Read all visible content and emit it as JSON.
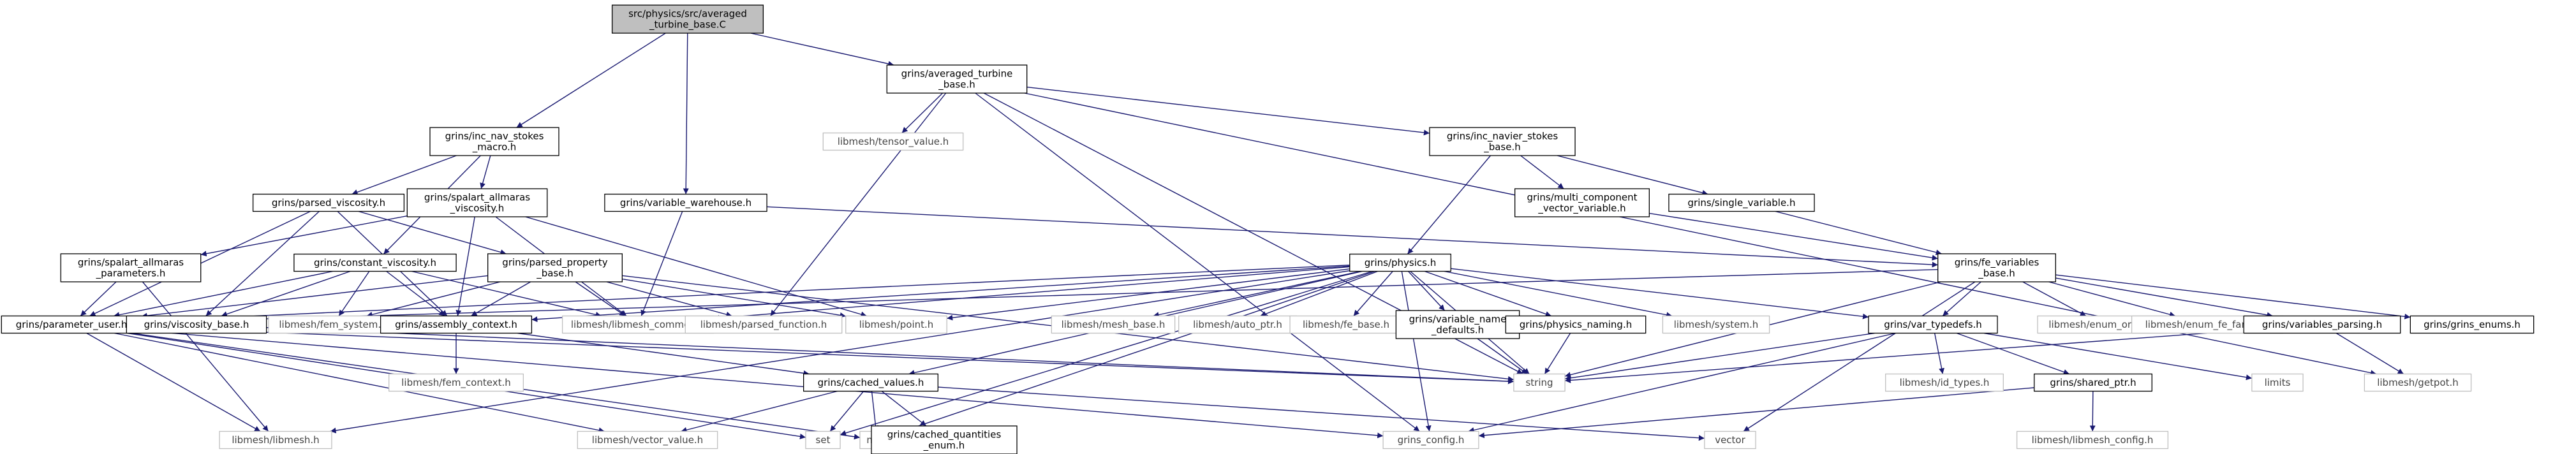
{
  "colors": {
    "edge": "#191970",
    "root_fill": "#bfbfbf",
    "box_stroke": "#000000",
    "ext_stroke": "#bfbfbf"
  },
  "nodes": [
    {
      "id": "root",
      "lines": [
        "src/physics/src/averaged",
        "_turbine_base.C"
      ],
      "kind": "root"
    },
    {
      "id": "avg",
      "lines": [
        "grins/averaged_turbine",
        "_base.h"
      ],
      "kind": "box"
    },
    {
      "id": "incmacro",
      "lines": [
        "grins/inc_nav_stokes",
        "_macro.h"
      ],
      "kind": "box"
    },
    {
      "id": "varwh",
      "lines": [
        "grins/variable_warehouse.h"
      ],
      "kind": "box"
    },
    {
      "id": "tensor",
      "lines": [
        "libmesh/tensor_value.h"
      ],
      "kind": "ext"
    },
    {
      "id": "incbase",
      "lines": [
        "grins/inc_navier_stokes",
        "_base.h"
      ],
      "kind": "box"
    },
    {
      "id": "parvisc",
      "lines": [
        "grins/parsed_viscosity.h"
      ],
      "kind": "box"
    },
    {
      "id": "spalart",
      "lines": [
        "grins/spalart_allmaras",
        "_viscosity.h"
      ],
      "kind": "box"
    },
    {
      "id": "multicomp",
      "lines": [
        "grins/multi_component",
        "_vector_variable.h"
      ],
      "kind": "box"
    },
    {
      "id": "singlevar",
      "lines": [
        "grins/single_variable.h"
      ],
      "kind": "box"
    },
    {
      "id": "spalartp",
      "lines": [
        "grins/spalart_allmaras",
        "_parameters.h"
      ],
      "kind": "box"
    },
    {
      "id": "constvisc",
      "lines": [
        "grins/constant_viscosity.h"
      ],
      "kind": "box"
    },
    {
      "id": "parprop",
      "lines": [
        "grins/parsed_property",
        "_base.h"
      ],
      "kind": "box"
    },
    {
      "id": "physics",
      "lines": [
        "grins/physics.h"
      ],
      "kind": "box"
    },
    {
      "id": "fevars",
      "lines": [
        "grins/fe_variables",
        "_base.h"
      ],
      "kind": "box"
    },
    {
      "id": "paramuser",
      "lines": [
        "grins/parameter_user.h"
      ],
      "kind": "box"
    },
    {
      "id": "viscbase",
      "lines": [
        "grins/viscosity_base.h"
      ],
      "kind": "box"
    },
    {
      "id": "femsys",
      "lines": [
        "libmesh/fem_system.h"
      ],
      "kind": "ext"
    },
    {
      "id": "asmctx",
      "lines": [
        "grins/assembly_context.h"
      ],
      "kind": "box"
    },
    {
      "id": "lmcommon",
      "lines": [
        "libmesh/libmesh_common.h"
      ],
      "kind": "ext"
    },
    {
      "id": "parfunc",
      "lines": [
        "libmesh/parsed_function.h"
      ],
      "kind": "ext"
    },
    {
      "id": "point",
      "lines": [
        "libmesh/point.h"
      ],
      "kind": "ext"
    },
    {
      "id": "meshbase",
      "lines": [
        "libmesh/mesh_base.h"
      ],
      "kind": "ext"
    },
    {
      "id": "autoptr",
      "lines": [
        "libmesh/auto_ptr.h"
      ],
      "kind": "ext"
    },
    {
      "id": "febase",
      "lines": [
        "libmesh/fe_base.h"
      ],
      "kind": "ext"
    },
    {
      "id": "varname",
      "lines": [
        "grins/variable_name",
        "_defaults.h"
      ],
      "kind": "box"
    },
    {
      "id": "physnaming",
      "lines": [
        "grins/physics_naming.h"
      ],
      "kind": "box"
    },
    {
      "id": "lmsystem",
      "lines": [
        "libmesh/system.h"
      ],
      "kind": "ext"
    },
    {
      "id": "vartypedefs",
      "lines": [
        "grins/var_typedefs.h"
      ],
      "kind": "box"
    },
    {
      "id": "enumorder",
      "lines": [
        "libmesh/enum_order.h"
      ],
      "kind": "ext"
    },
    {
      "id": "enumfefam",
      "lines": [
        "libmesh/enum_fe_family.h"
      ],
      "kind": "ext"
    },
    {
      "id": "varparsing",
      "lines": [
        "grins/variables_parsing.h"
      ],
      "kind": "box"
    },
    {
      "id": "grinsenums",
      "lines": [
        "grins/grins_enums.h"
      ],
      "kind": "box"
    },
    {
      "id": "femctx",
      "lines": [
        "libmesh/fem_context.h"
      ],
      "kind": "ext"
    },
    {
      "id": "cachedvals",
      "lines": [
        "grins/cached_values.h"
      ],
      "kind": "box"
    },
    {
      "id": "string",
      "lines": [
        "string"
      ],
      "kind": "ext"
    },
    {
      "id": "idtypes",
      "lines": [
        "libmesh/id_types.h"
      ],
      "kind": "ext"
    },
    {
      "id": "sharedptr",
      "lines": [
        "grins/shared_ptr.h"
      ],
      "kind": "box"
    },
    {
      "id": "limits",
      "lines": [
        "limits"
      ],
      "kind": "ext"
    },
    {
      "id": "getpot",
      "lines": [
        "libmesh/getpot.h"
      ],
      "kind": "ext"
    },
    {
      "id": "lmlibmesh",
      "lines": [
        "libmesh/libmesh.h"
      ],
      "kind": "ext"
    },
    {
      "id": "vecvalue",
      "lines": [
        "libmesh/vector_value.h"
      ],
      "kind": "ext"
    },
    {
      "id": "set",
      "lines": [
        "set"
      ],
      "kind": "ext"
    },
    {
      "id": "map",
      "lines": [
        "map"
      ],
      "kind": "ext"
    },
    {
      "id": "cachedqty",
      "lines": [
        "grins/cached_quantities",
        "_enum.h"
      ],
      "kind": "box"
    },
    {
      "id": "grinsconfig",
      "lines": [
        "grins_config.h"
      ],
      "kind": "ext"
    },
    {
      "id": "vector",
      "lines": [
        "vector"
      ],
      "kind": "ext"
    },
    {
      "id": "lmconfig",
      "lines": [
        "libmesh/libmesh_config.h"
      ],
      "kind": "ext"
    }
  ],
  "edges": [
    [
      "root",
      "incmacro"
    ],
    [
      "root",
      "varwh"
    ],
    [
      "root",
      "avg"
    ],
    [
      "avg",
      "tensor"
    ],
    [
      "avg",
      "parfunc"
    ],
    [
      "avg",
      "incbase"
    ],
    [
      "avg",
      "string"
    ],
    [
      "avg",
      "grinsconfig"
    ],
    [
      "avg",
      "getpot"
    ],
    [
      "incmacro",
      "parvisc"
    ],
    [
      "incmacro",
      "spalart"
    ],
    [
      "incmacro",
      "constvisc"
    ],
    [
      "varwh",
      "lmcommon"
    ],
    [
      "varwh",
      "fevars"
    ],
    [
      "incbase",
      "physics"
    ],
    [
      "incbase",
      "multicomp"
    ],
    [
      "incbase",
      "singlevar"
    ],
    [
      "multicomp",
      "fevars"
    ],
    [
      "singlevar",
      "fevars"
    ],
    [
      "parvisc",
      "parprop"
    ],
    [
      "parvisc",
      "viscbase"
    ],
    [
      "parvisc",
      "paramuser"
    ],
    [
      "parvisc",
      "asmctx"
    ],
    [
      "spalart",
      "spalartp"
    ],
    [
      "spalart",
      "asmctx"
    ],
    [
      "spalart",
      "lmcommon"
    ],
    [
      "spalart",
      "point"
    ],
    [
      "spalartp",
      "paramuser"
    ],
    [
      "spalartp",
      "lmlibmesh"
    ],
    [
      "constvisc",
      "paramuser"
    ],
    [
      "constvisc",
      "viscbase"
    ],
    [
      "constvisc",
      "femsys"
    ],
    [
      "constvisc",
      "asmctx"
    ],
    [
      "constvisc",
      "lmcommon"
    ],
    [
      "parprop",
      "paramuser"
    ],
    [
      "parprop",
      "femsys"
    ],
    [
      "parprop",
      "asmctx"
    ],
    [
      "parprop",
      "lmcommon"
    ],
    [
      "parprop",
      "parfunc"
    ],
    [
      "parprop",
      "point"
    ],
    [
      "parprop",
      "string"
    ],
    [
      "physics",
      "paramuser"
    ],
    [
      "physics",
      "asmctx"
    ],
    [
      "physics",
      "lmcommon"
    ],
    [
      "physics",
      "point"
    ],
    [
      "physics",
      "meshbase"
    ],
    [
      "physics",
      "autoptr"
    ],
    [
      "physics",
      "febase"
    ],
    [
      "physics",
      "varname"
    ],
    [
      "physics",
      "physnaming"
    ],
    [
      "physics",
      "lmsystem"
    ],
    [
      "physics",
      "vartypedefs"
    ],
    [
      "physics",
      "cachedvals"
    ],
    [
      "physics",
      "string"
    ],
    [
      "physics",
      "map"
    ],
    [
      "physics",
      "set"
    ],
    [
      "physics",
      "lmlibmesh"
    ],
    [
      "physics",
      "grinsconfig"
    ],
    [
      "fevars",
      "paramuser"
    ],
    [
      "fevars",
      "vartypedefs"
    ],
    [
      "fevars",
      "enumorder"
    ],
    [
      "fevars",
      "enumfefam"
    ],
    [
      "fevars",
      "varparsing"
    ],
    [
      "fevars",
      "grinsenums"
    ],
    [
      "fevars",
      "string"
    ],
    [
      "fevars",
      "vector"
    ],
    [
      "varname",
      "string"
    ],
    [
      "physnaming",
      "string"
    ],
    [
      "vartypedefs",
      "string"
    ],
    [
      "vartypedefs",
      "idtypes"
    ],
    [
      "vartypedefs",
      "sharedptr"
    ],
    [
      "vartypedefs",
      "limits"
    ],
    [
      "vartypedefs",
      "grinsconfig"
    ],
    [
      "varparsing",
      "getpot"
    ],
    [
      "varparsing",
      "string"
    ],
    [
      "sharedptr",
      "lmconfig"
    ],
    [
      "sharedptr",
      "grinsconfig"
    ],
    [
      "asmctx",
      "femctx"
    ],
    [
      "asmctx",
      "cachedvals"
    ],
    [
      "cachedvals",
      "set"
    ],
    [
      "cachedvals",
      "map"
    ],
    [
      "cachedvals",
      "vecvalue"
    ],
    [
      "cachedvals",
      "cachedqty"
    ],
    [
      "cachedvals",
      "vector"
    ],
    [
      "paramuser",
      "lmlibmesh"
    ],
    [
      "paramuser",
      "vecvalue"
    ],
    [
      "paramuser",
      "set"
    ],
    [
      "paramuser",
      "map"
    ],
    [
      "paramuser",
      "string"
    ],
    [
      "paramuser",
      "grinsconfig"
    ],
    [
      "viscbase",
      "string"
    ]
  ]
}
